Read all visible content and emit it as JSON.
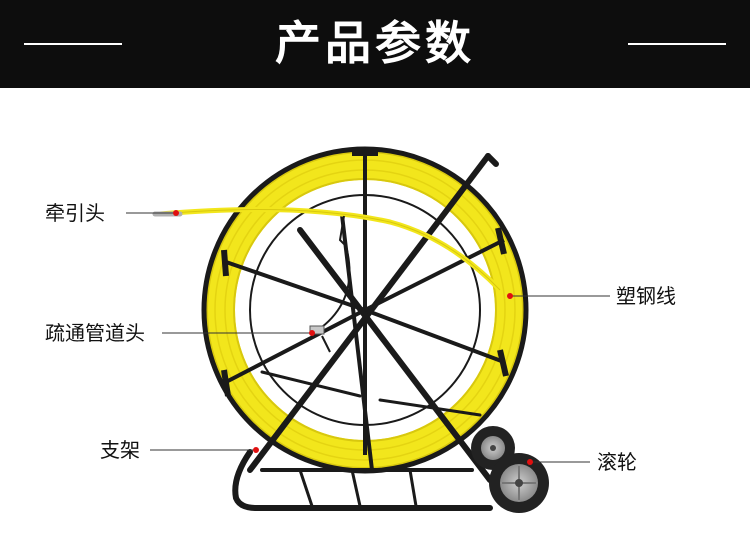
{
  "banner": {
    "title": "产品参数",
    "background_color": "#0d0d0d",
    "text_color": "#ffffff"
  },
  "figure": {
    "reel_color": "#f2e61c",
    "frame_color": "#1a1a1a",
    "marker_color": "#e01010"
  },
  "callouts": {
    "pull_head": "牵引头",
    "fiberglass_rod": "塑钢线",
    "dredge_head": "疏通管道头",
    "stand": "支架",
    "wheel": "滚轮"
  }
}
